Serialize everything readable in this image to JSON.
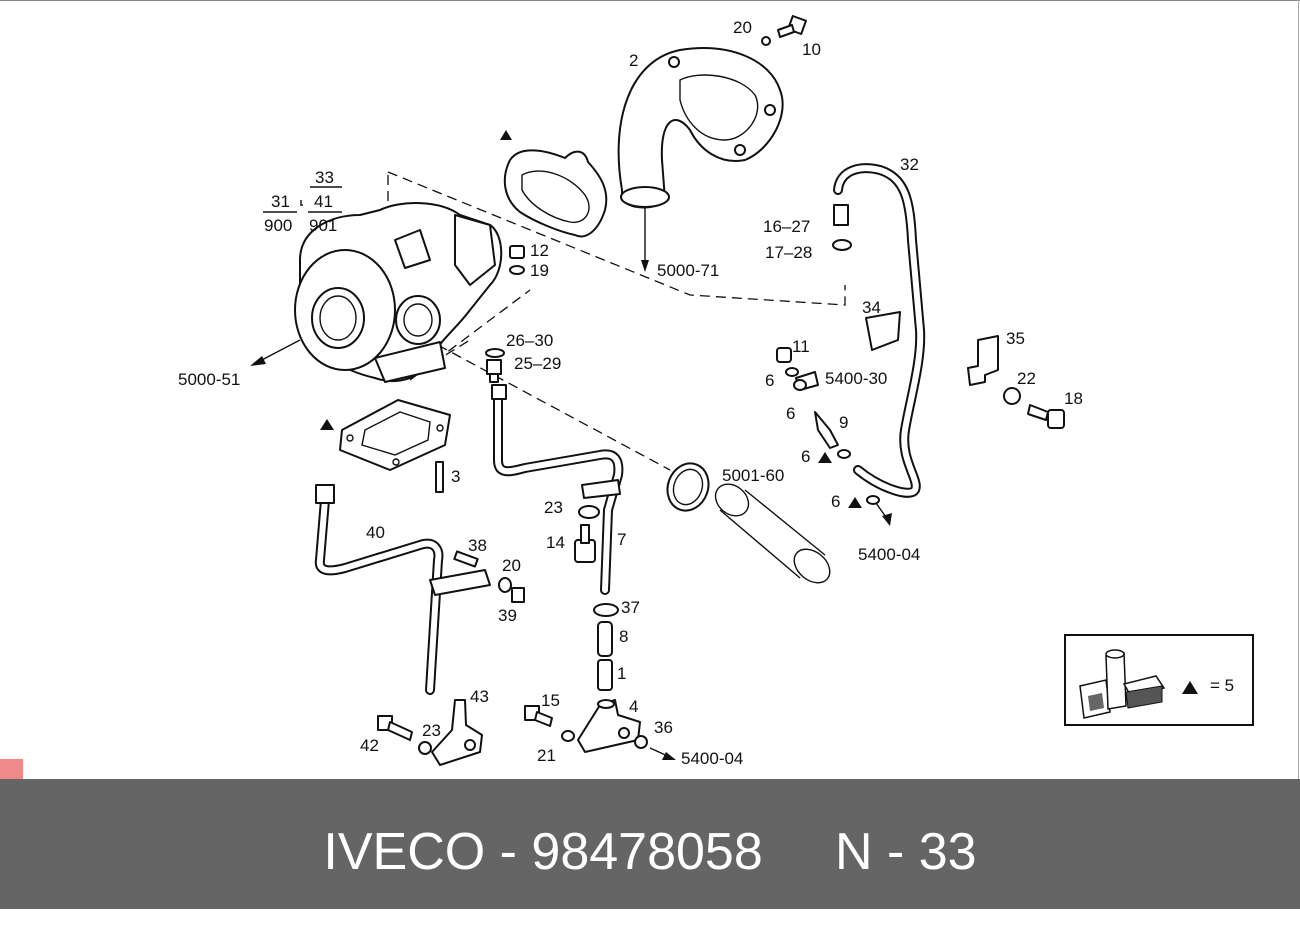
{
  "diagram": {
    "callouts": [
      {
        "id": "c2",
        "text": "2"
      },
      {
        "id": "c20a",
        "text": "20"
      },
      {
        "id": "c10",
        "text": "10"
      },
      {
        "id": "c32",
        "text": "32"
      },
      {
        "id": "c33",
        "text": "33"
      },
      {
        "id": "c31",
        "text": "31"
      },
      {
        "id": "c41",
        "text": "41"
      },
      {
        "id": "c900",
        "text": "900"
      },
      {
        "id": "c901",
        "text": "901"
      },
      {
        "id": "c12",
        "text": "12"
      },
      {
        "id": "c19",
        "text": "19"
      },
      {
        "id": "c5000_71",
        "text": "5000-71"
      },
      {
        "id": "c16_27",
        "text": "16–27"
      },
      {
        "id": "c17_28",
        "text": "17–28"
      },
      {
        "id": "c34",
        "text": "34"
      },
      {
        "id": "c35",
        "text": "35"
      },
      {
        "id": "c22",
        "text": "22"
      },
      {
        "id": "c18",
        "text": "18"
      },
      {
        "id": "c26_30",
        "text": "26–30"
      },
      {
        "id": "c25_29",
        "text": "25–29"
      },
      {
        "id": "c5000_51",
        "text": "5000-51"
      },
      {
        "id": "c11",
        "text": "11"
      },
      {
        "id": "c6a",
        "text": "6"
      },
      {
        "id": "c5400_30",
        "text": "5400-30"
      },
      {
        "id": "c6b",
        "text": "6"
      },
      {
        "id": "c9",
        "text": "9"
      },
      {
        "id": "c6c",
        "text": "6"
      },
      {
        "id": "c6d",
        "text": "6"
      },
      {
        "id": "c5001_60",
        "text": "5001-60"
      },
      {
        "id": "c5400_04a",
        "text": "5400-04"
      },
      {
        "id": "c3",
        "text": "3"
      },
      {
        "id": "c23a",
        "text": "23"
      },
      {
        "id": "c14",
        "text": "14"
      },
      {
        "id": "c7",
        "text": "7"
      },
      {
        "id": "c40",
        "text": "40"
      },
      {
        "id": "c38",
        "text": "38"
      },
      {
        "id": "c20b",
        "text": "20"
      },
      {
        "id": "c39",
        "text": "39"
      },
      {
        "id": "c37",
        "text": "37"
      },
      {
        "id": "c8",
        "text": "8"
      },
      {
        "id": "c1",
        "text": "1"
      },
      {
        "id": "c43",
        "text": "43"
      },
      {
        "id": "c15",
        "text": "15"
      },
      {
        "id": "c4",
        "text": "4"
      },
      {
        "id": "c36",
        "text": "36"
      },
      {
        "id": "c42",
        "text": "42"
      },
      {
        "id": "c23b",
        "text": "23"
      },
      {
        "id": "c21",
        "text": "21"
      },
      {
        "id": "c5400_04b",
        "text": "5400-04"
      }
    ]
  },
  "legend": {
    "text": "= 5"
  },
  "footer": {
    "text": "IVECO - 98478058     N - 33"
  },
  "colors": {
    "footer_bg": "#656565",
    "footer_text": "#ffffff",
    "corner_mark": "#f08a8a"
  }
}
